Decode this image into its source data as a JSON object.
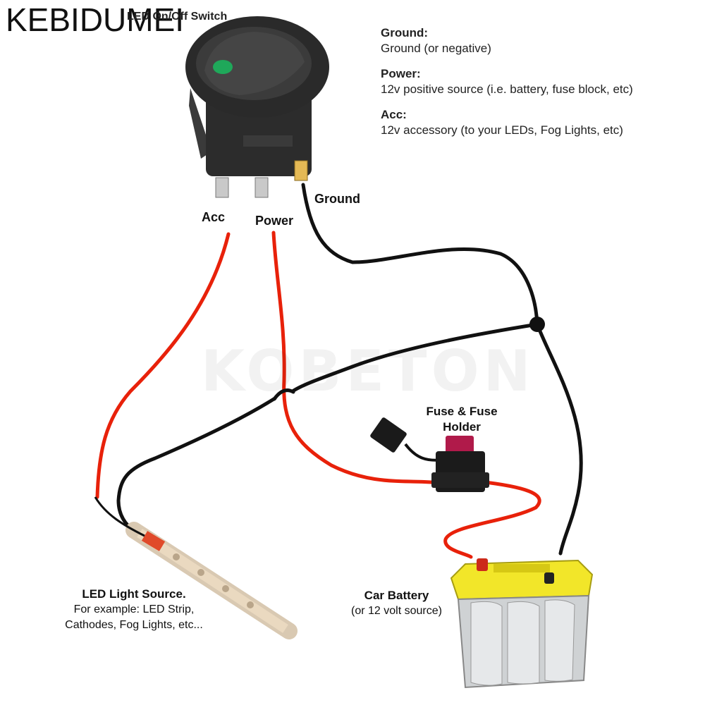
{
  "brand": "KEBIDUMEI",
  "watermark": "KOBETON",
  "switch_title": "LED On/Off Switch",
  "legend": [
    {
      "title": "Ground:",
      "desc": "Ground (or negative)"
    },
    {
      "title": "Power:",
      "desc": "12v positive source (i.e. battery, fuse block, etc)"
    },
    {
      "title": "Acc:",
      "desc": "12v accessory (to your LEDs, Fog Lights, etc)"
    }
  ],
  "terminals": {
    "acc": "Acc",
    "power": "Power",
    "ground": "Ground"
  },
  "fuse": {
    "line1": "Fuse & Fuse",
    "line2": "Holder"
  },
  "led": {
    "title": "LED Light Source.",
    "line1": "For example: LED Strip,",
    "line2": "Cathodes, Fog Lights, etc..."
  },
  "battery": {
    "title": "Car Battery",
    "line1": "(or 12 volt source)"
  },
  "colors": {
    "positive_wire": "#e8210a",
    "ground_wire": "#111111",
    "battery_top": "#f2e629",
    "switch_body": "#2c2c2c",
    "indicator": "#1fa85a"
  }
}
